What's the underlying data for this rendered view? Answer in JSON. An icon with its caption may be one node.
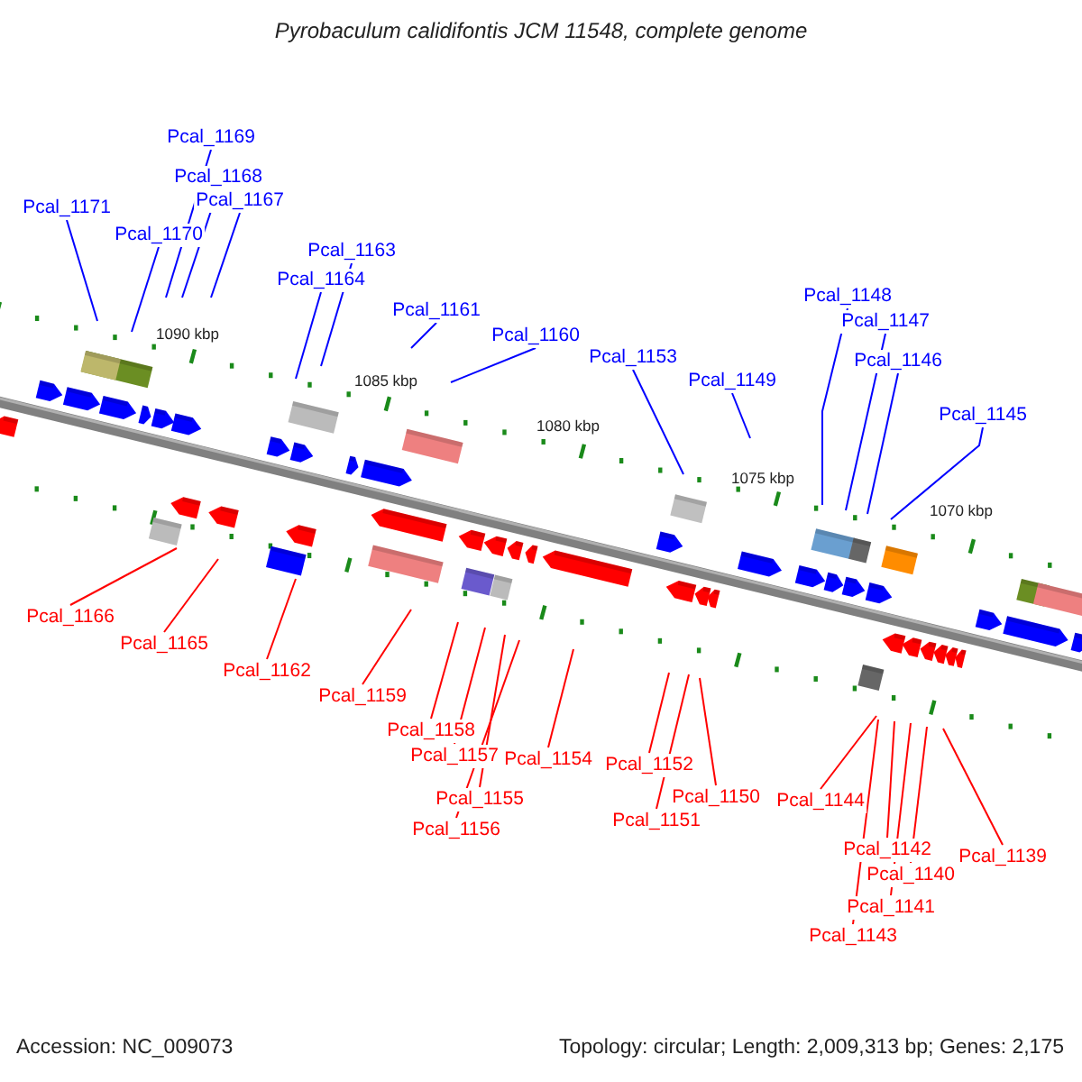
{
  "diagram": {
    "title": "Pyrobaculum calidifontis JCM 11548, complete genome",
    "nodes": [
      {
        "text": [
          "Pcal_1171"
        ]
      },
      {
        "text": [
          "Pcal_1169"
        ]
      },
      {
        "text": [
          "Pcal_1170"
        ]
      },
      {
        "text": [
          "Pcal_1168"
        ]
      },
      {
        "text": [
          "Pcal_1167"
        ]
      },
      {
        "text": [
          "Pcal_1163"
        ]
      },
      {
        "text": [
          "Pcal_1164"
        ]
      },
      {
        "text": [
          "Pcal_1161"
        ]
      },
      {
        "text": [
          "Pcal_1160"
        ]
      },
      {
        "text": [
          "Pcal_1153"
        ]
      },
      {
        "text": [
          "Pcal_1149"
        ]
      },
      {
        "text": [
          "Pcal_1148"
        ]
      },
      {
        "text": [
          "Pcal_1147"
        ]
      },
      {
        "text": [
          "Pcal_1146"
        ]
      },
      {
        "text": [
          "Pcal_1145"
        ]
      },
      {
        "text": [
          "Pcal_1166"
        ]
      },
      {
        "text": [
          "Pcal_1165"
        ]
      },
      {
        "text": [
          "Pcal_1162"
        ]
      },
      {
        "text": [
          "Pcal_1159"
        ]
      },
      {
        "text": [
          "Pcal_1158"
        ]
      },
      {
        "text": [
          "Pcal_1157"
        ]
      },
      {
        "text": [
          "Pcal_1155"
        ]
      },
      {
        "text": [
          "Pcal_1156"
        ]
      },
      {
        "text": [
          "Pcal_1154"
        ]
      },
      {
        "text": [
          "Pcal_1152"
        ]
      },
      {
        "text": [
          "Pcal_1150"
        ]
      },
      {
        "text": [
          "Pcal_1151"
        ]
      },
      {
        "text": [
          "Pcal_1144"
        ]
      },
      {
        "text": [
          "Pcal_1142"
        ]
      },
      {
        "text": [
          "Pcal_1140"
        ]
      },
      {
        "text": [
          "Pcal_1139"
        ]
      },
      {
        "text": [
          "Pcal_1141"
        ]
      },
      {
        "text": [
          "Pcal_1143"
        ]
      }
    ],
    "edges": [
      {
        "from": 0,
        "to": null,
        "arrow": "none",
        "color": "#0000ff"
      },
      {
        "from": 1,
        "to": null,
        "arrow": "none",
        "color": "#0000ff"
      },
      {
        "from": 2,
        "to": null,
        "arrow": "none",
        "color": "#0000ff"
      },
      {
        "from": 3,
        "to": null,
        "arrow": "none",
        "color": "#0000ff"
      },
      {
        "from": 4,
        "to": null,
        "arrow": "none",
        "color": "#0000ff"
      },
      {
        "from": 5,
        "to": null,
        "arrow": "none",
        "color": "#0000ff"
      },
      {
        "from": 6,
        "to": null,
        "arrow": "none",
        "color": "#0000ff"
      },
      {
        "from": 7,
        "to": null,
        "arrow": "none",
        "color": "#0000ff"
      },
      {
        "from": 8,
        "to": null,
        "arrow": "none",
        "color": "#0000ff"
      },
      {
        "from": 9,
        "to": null,
        "arrow": "none",
        "color": "#0000ff"
      },
      {
        "from": 10,
        "to": null,
        "arrow": "none",
        "color": "#0000ff"
      },
      {
        "from": 11,
        "to": null,
        "arrow": "none",
        "color": "#0000ff"
      },
      {
        "from": 12,
        "to": null,
        "arrow": "none",
        "color": "#0000ff"
      },
      {
        "from": 13,
        "to": null,
        "arrow": "none",
        "color": "#0000ff"
      },
      {
        "from": 14,
        "to": null,
        "arrow": "none",
        "color": "#0000ff"
      },
      {
        "from": 15,
        "to": null,
        "arrow": "none"
      },
      {
        "from": 16,
        "to": null,
        "arrow": "none"
      },
      {
        "from": 17,
        "to": null,
        "arrow": "none"
      },
      {
        "from": 18,
        "to": null,
        "arrow": "none"
      },
      {
        "from": 19,
        "to": null,
        "arrow": "none"
      },
      {
        "from": 20,
        "to": null,
        "arrow": "none"
      },
      {
        "from": 21,
        "to": null,
        "arrow": "none"
      },
      {
        "from": 22,
        "to": null,
        "arrow": "none"
      },
      {
        "from": 23,
        "to": null,
        "arrow": "none"
      },
      {
        "from": 24,
        "to": null,
        "arrow": "none"
      },
      {
        "from": 25,
        "to": null,
        "arrow": "none"
      },
      {
        "from": 26,
        "to": null,
        "arrow": "none"
      },
      {
        "from": 27,
        "to": null,
        "arrow": "none"
      },
      {
        "from": 28,
        "to": null,
        "arrow": "none"
      },
      {
        "from": 29,
        "to": null,
        "arrow": "none"
      },
      {
        "from": 30,
        "to": null,
        "arrow": "none"
      },
      {
        "from": 31,
        "to": null,
        "arrow": "none"
      },
      {
        "from": 32,
        "to": null,
        "arrow": "none"
      }
    ],
    "labels": [
      "1090 kbp",
      "1085 kbp",
      "1080 kbp",
      "1075 kbp",
      "1070 kbp",
      "Accession: NC_009073",
      "Topology: circular; Length: 2,009,313 bp; Genes: 2,175"
    ]
  }
}
